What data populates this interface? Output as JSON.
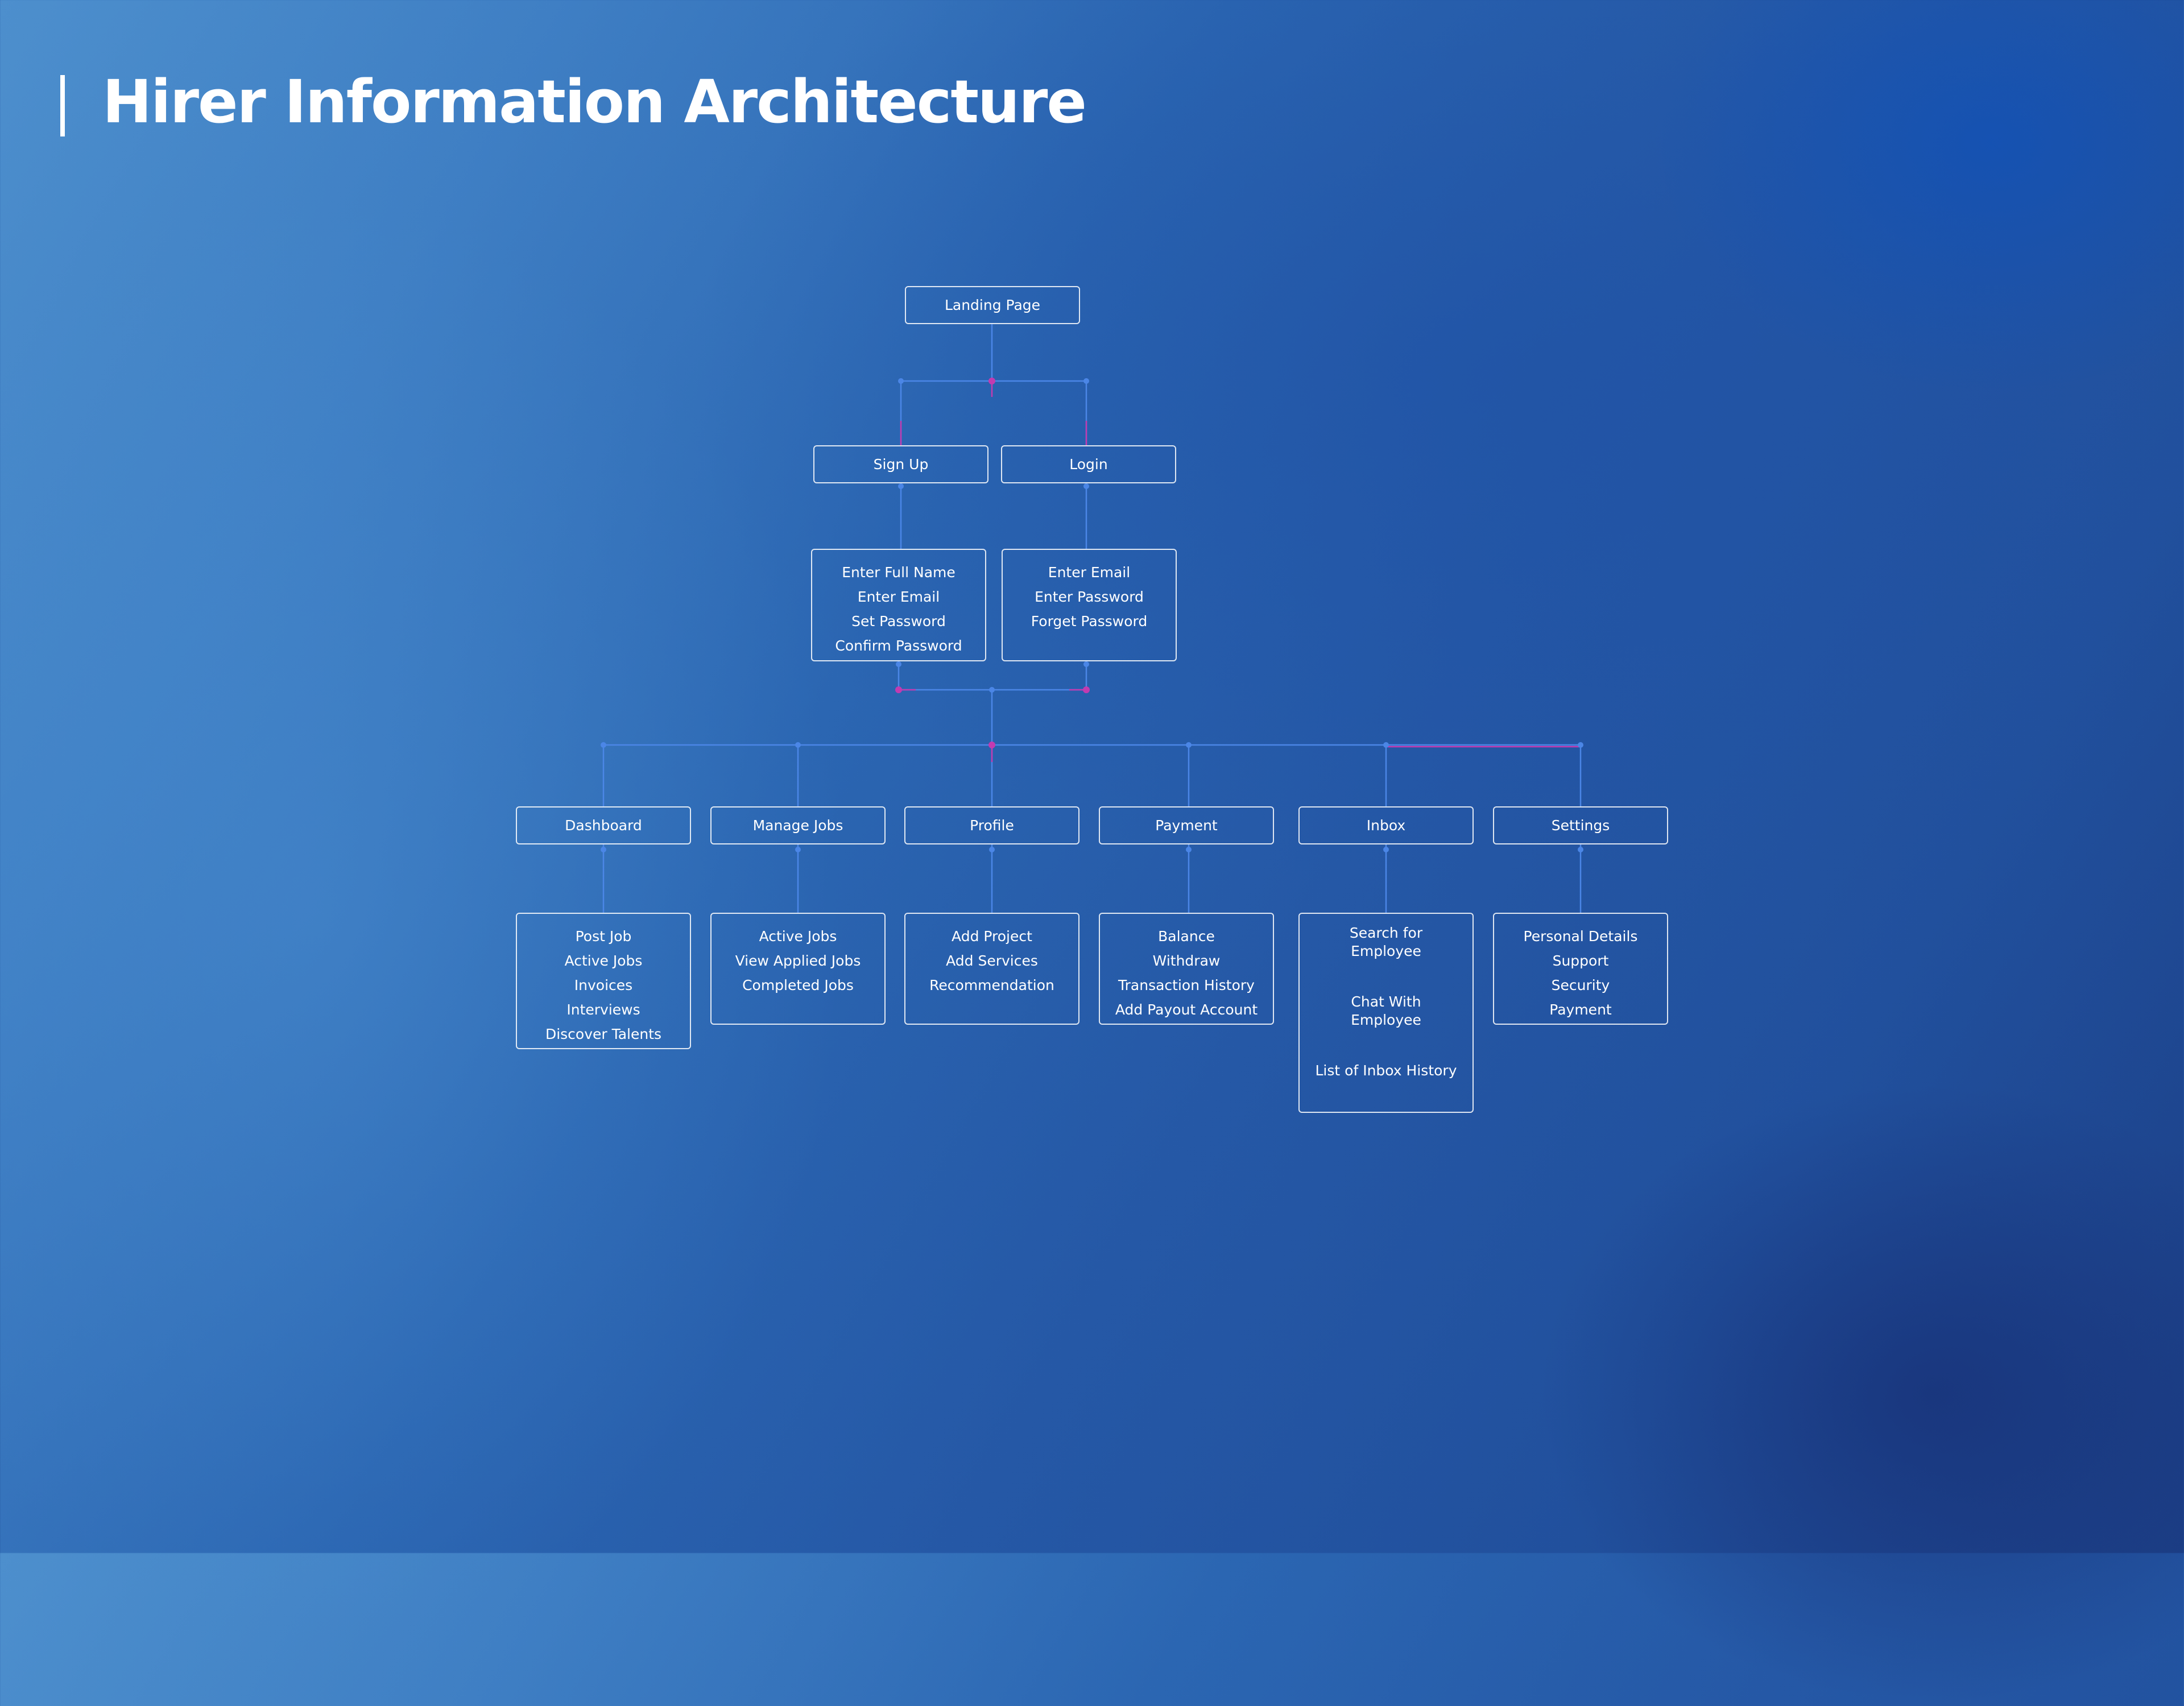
{
  "title": "Hirer Information Architecture",
  "colors": {
    "line": "#4b86e6",
    "accent": "#c23bb0",
    "box_border": "#ffffff"
  },
  "nodes": {
    "landing": "Landing Page",
    "signup": "Sign Up",
    "login": "Login",
    "dashboard": "Dashboard",
    "manage_jobs": "Manage Jobs",
    "profile": "Profile",
    "payment": "Payment",
    "inbox": "Inbox",
    "settings": "Settings"
  },
  "signup_fields": [
    "Enter Full Name",
    "Enter Email",
    "Set Password",
    "Confirm Password"
  ],
  "login_fields": [
    "Enter Email",
    "Enter Password",
    "Forget Password"
  ],
  "dashboard_items": [
    "Post Job",
    "Active Jobs",
    "Invoices",
    "Interviews",
    "Discover Talents"
  ],
  "manage_jobs_items": [
    "Active Jobs",
    "View Applied Jobs",
    "Completed Jobs"
  ],
  "profile_items": [
    "Add Project",
    "Add Services",
    "Recommendation"
  ],
  "payment_items": [
    "Balance",
    "Withdraw",
    "Transaction History",
    "Add Payout Account"
  ],
  "inbox_items": [
    "Search for Employee",
    "Chat With Employee",
    "List of Inbox History"
  ],
  "settings_items": [
    "Personal Details",
    "Support",
    "Security",
    "Payment"
  ]
}
